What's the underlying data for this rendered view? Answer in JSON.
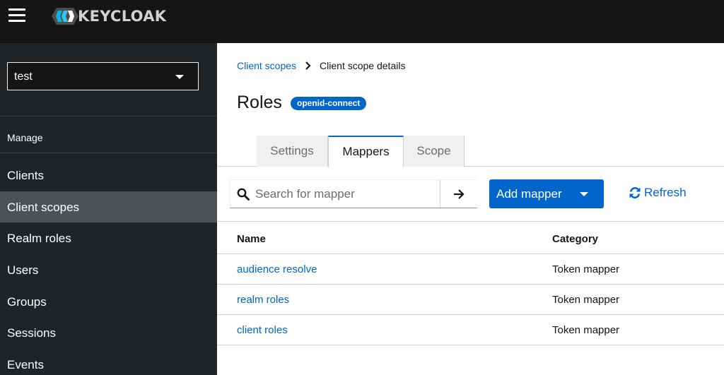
{
  "header": {
    "brand": "KEYCLOAK",
    "menu_icon": "hamburger-icon",
    "logo_icon": "keycloak-logo-icon"
  },
  "sidebar": {
    "realm": "test",
    "group_label": "Manage",
    "items": [
      {
        "label": "Clients",
        "active": false
      },
      {
        "label": "Client scopes",
        "active": true
      },
      {
        "label": "Realm roles",
        "active": false
      },
      {
        "label": "Users",
        "active": false
      },
      {
        "label": "Groups",
        "active": false
      },
      {
        "label": "Sessions",
        "active": false
      },
      {
        "label": "Events",
        "active": false
      }
    ]
  },
  "breadcrumb": {
    "parent": "Client scopes",
    "current": "Client scope details"
  },
  "page": {
    "title": "Roles",
    "badge": "openid-connect"
  },
  "tabs": [
    {
      "label": "Settings",
      "active": false
    },
    {
      "label": "Mappers",
      "active": true
    },
    {
      "label": "Scope",
      "active": false
    }
  ],
  "toolbar": {
    "search_placeholder": "Search for mapper",
    "add_label": "Add mapper",
    "refresh_label": "Refresh"
  },
  "table": {
    "columns": [
      "Name",
      "Category"
    ],
    "rows": [
      {
        "name": "audience resolve",
        "category": "Token mapper"
      },
      {
        "name": "realm roles",
        "category": "Token mapper"
      },
      {
        "name": "client roles",
        "category": "Token mapper"
      }
    ]
  },
  "colors": {
    "masthead": "#151515",
    "sidebar": "#212427",
    "sidebar_active": "#4f5255",
    "primary": "#0066cc"
  }
}
